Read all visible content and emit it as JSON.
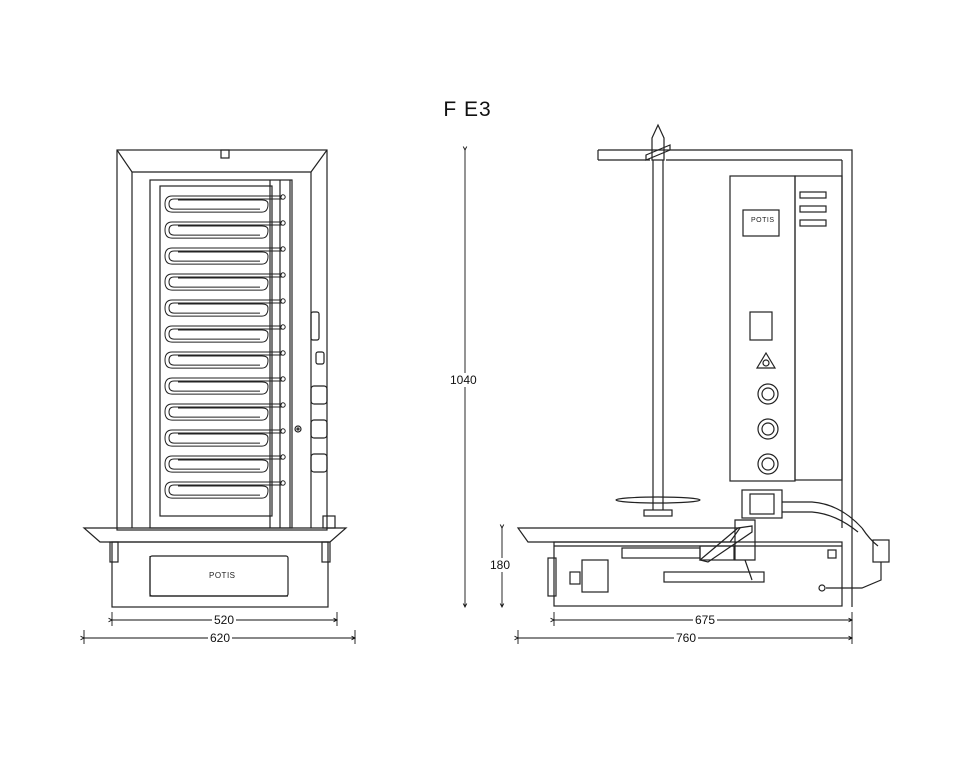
{
  "title": "F E3",
  "brand": "POTIS",
  "dimensions": {
    "height_total": "1040",
    "base_height": "180",
    "front_inner_width": "520",
    "front_outer_width": "620",
    "side_inner_depth": "675",
    "side_outer_depth": "760"
  },
  "views": [
    "front",
    "side"
  ],
  "burner_count": 12,
  "knob_count": 3
}
